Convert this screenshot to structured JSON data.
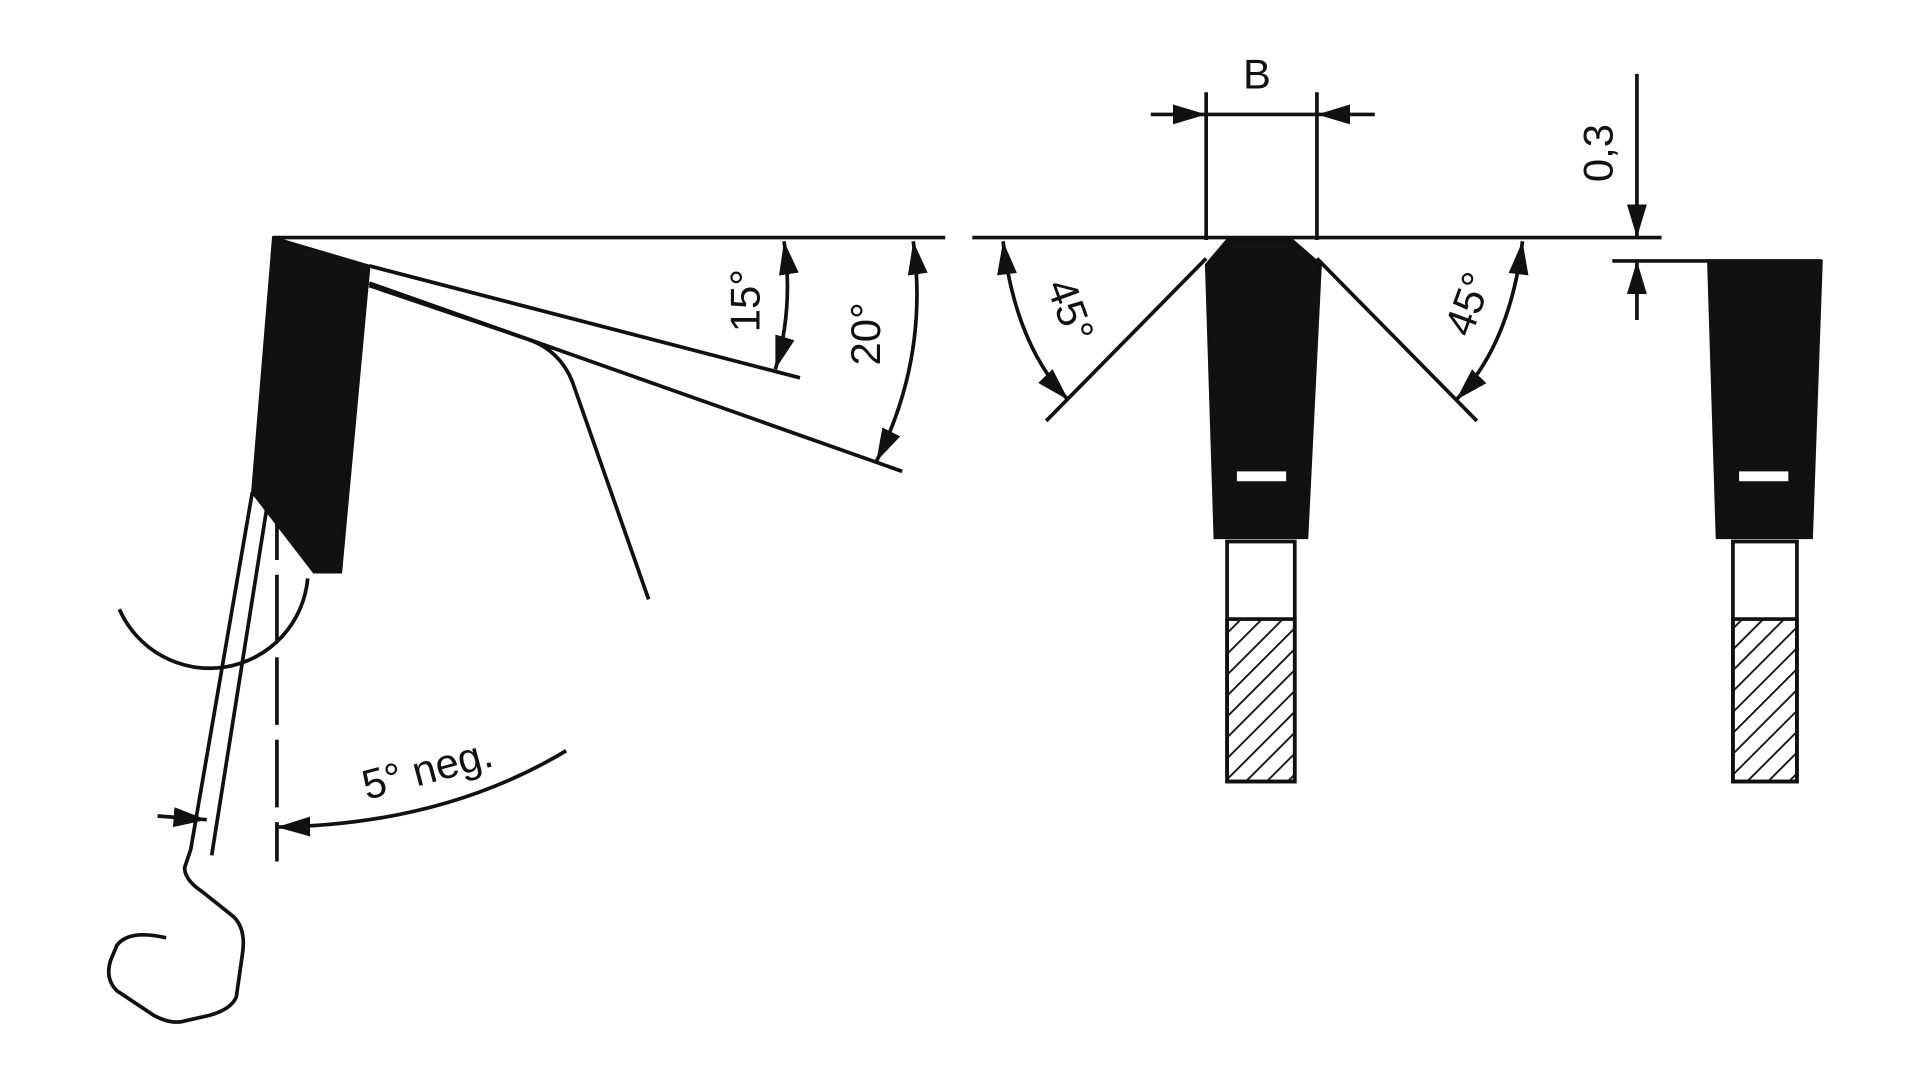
{
  "labels": {
    "clearance_angle": "15°",
    "wedge_angle": "20°",
    "bevel_left": "45°",
    "bevel_right": "45°",
    "hook_angle": "5° neg.",
    "kerf_width": "B",
    "side_clearance": "0,3"
  },
  "colors": {
    "ink": "#111111",
    "background": "#ffffff"
  }
}
